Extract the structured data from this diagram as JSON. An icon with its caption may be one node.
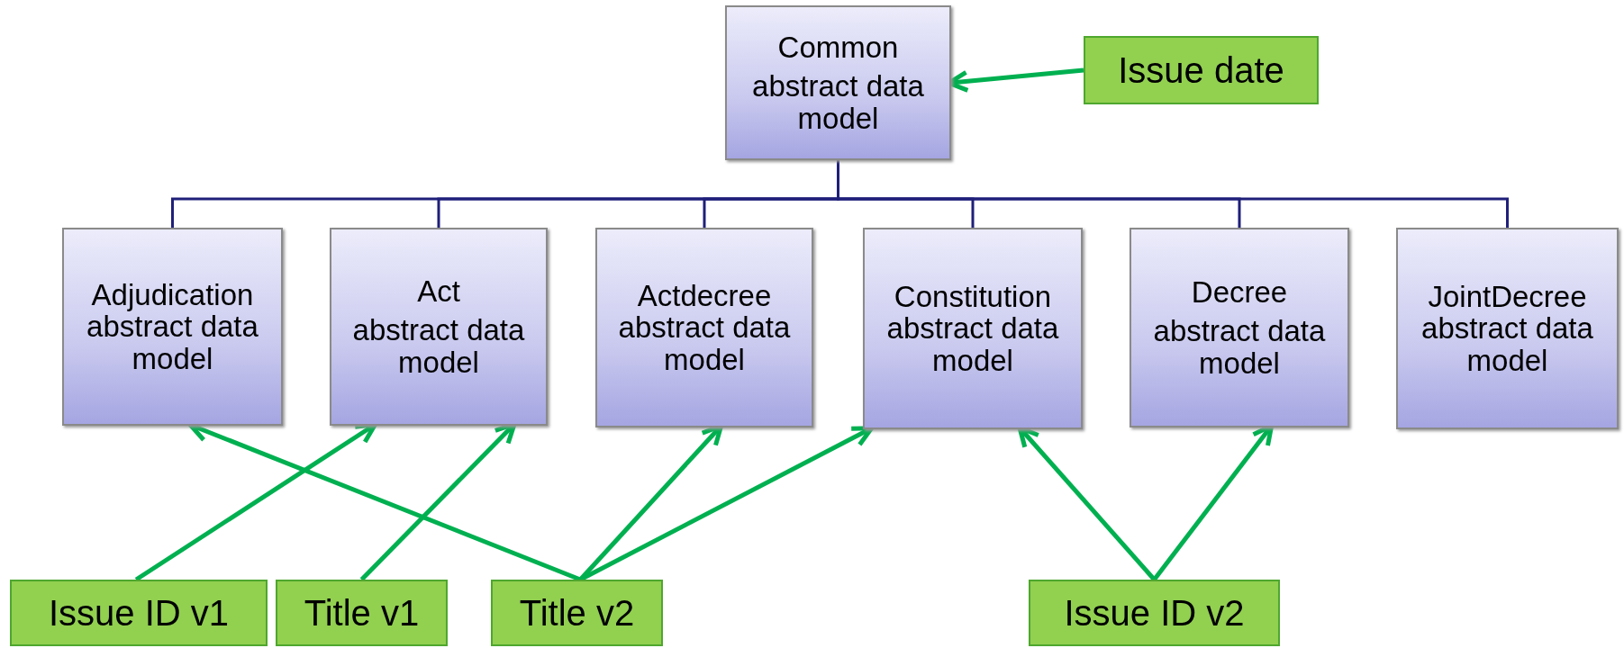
{
  "diagram": {
    "nodes": [
      {
        "text": [
          "Common",
          "abstract data model"
        ]
      },
      {
        "text": [
          "Issue date"
        ]
      },
      {
        "text": [
          "Adjudication abstract data model"
        ]
      },
      {
        "text": [
          "Act",
          "abstract data model"
        ]
      },
      {
        "text": [
          "Actdecree abstract data model"
        ]
      },
      {
        "text": [
          "Constitution abstract data model"
        ]
      },
      {
        "text": [
          "Decree",
          "abstract data model"
        ]
      },
      {
        "text": [
          "JointDecree abstract data model"
        ]
      },
      {
        "text": [
          "Issue ID v1"
        ]
      },
      {
        "text": [
          "Title v1"
        ]
      },
      {
        "text": [
          "Title v2"
        ]
      },
      {
        "text": [
          "Issue ID v2"
        ]
      }
    ],
    "edges": [
      {
        "from": 1,
        "to": 0,
        "arrow": "to"
      },
      {
        "from": 0,
        "to": 2,
        "arrow": "none",
        "color": "#1f1f7a"
      },
      {
        "from": 0,
        "to": 3,
        "arrow": "none",
        "color": "#1f1f7a"
      },
      {
        "from": 0,
        "to": 4,
        "arrow": "none",
        "color": "#1f1f7a"
      },
      {
        "from": 0,
        "to": 5,
        "arrow": "none",
        "color": "#1f1f7a"
      },
      {
        "from": 0,
        "to": 6,
        "arrow": "none",
        "color": "#1f1f7a"
      },
      {
        "from": 0,
        "to": 7,
        "arrow": "none",
        "color": "#1f1f7a"
      },
      {
        "from": 8,
        "to": 3,
        "arrow": "to"
      },
      {
        "from": 9,
        "to": 3,
        "arrow": "to"
      },
      {
        "from": 10,
        "to": 2,
        "arrow": "to"
      },
      {
        "from": 10,
        "to": 4,
        "arrow": "to"
      },
      {
        "from": 10,
        "to": 5,
        "arrow": "to"
      },
      {
        "from": 11,
        "to": 5,
        "arrow": "to"
      },
      {
        "from": 11,
        "to": 6,
        "arrow": "to"
      }
    ]
  }
}
